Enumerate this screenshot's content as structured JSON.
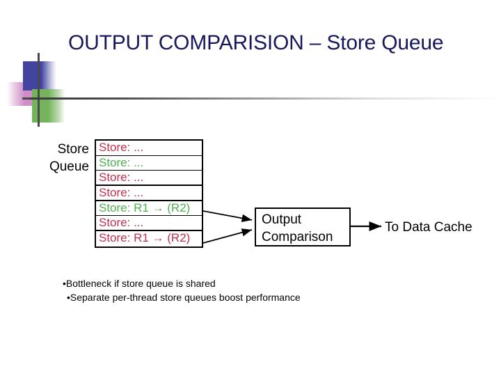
{
  "slide": {
    "title": "OUTPUT COMPARISION – Store Queue",
    "title_color": "#17175c",
    "background": "#ffffff"
  },
  "diagram": {
    "queue_label": "Store Queue",
    "queue_rows": [
      {
        "text": "Store: ...",
        "color": "#c0304f",
        "thick_border": false
      },
      {
        "text": "Store: ...",
        "color": "#4faf4f",
        "thick_border": false
      },
      {
        "text": "Store: ...",
        "color": "#c0304f",
        "thick_border": true
      },
      {
        "text": "Store: ...",
        "color": "#c0304f",
        "thick_border": true
      },
      {
        "text": "Store: R1 → (R2)",
        "color": "#4faf4f",
        "thick_border": false
      },
      {
        "text": "Store: ...",
        "color": "#c0304f",
        "thick_border": true
      },
      {
        "text": "Store: R1 → (R2)",
        "color": "#c0304f",
        "thick_border": false
      }
    ],
    "output_box": {
      "line1": "Output",
      "line2": "Comparison"
    },
    "cache_label": "To Data Cache",
    "colors": {
      "red": "#c0304f",
      "green": "#4faf4f",
      "outline": "#000000"
    }
  },
  "notes": {
    "bullet1": "•Bottleneck if store queue is shared",
    "bullet2": "•Separate per-thread store queues boost performance"
  }
}
